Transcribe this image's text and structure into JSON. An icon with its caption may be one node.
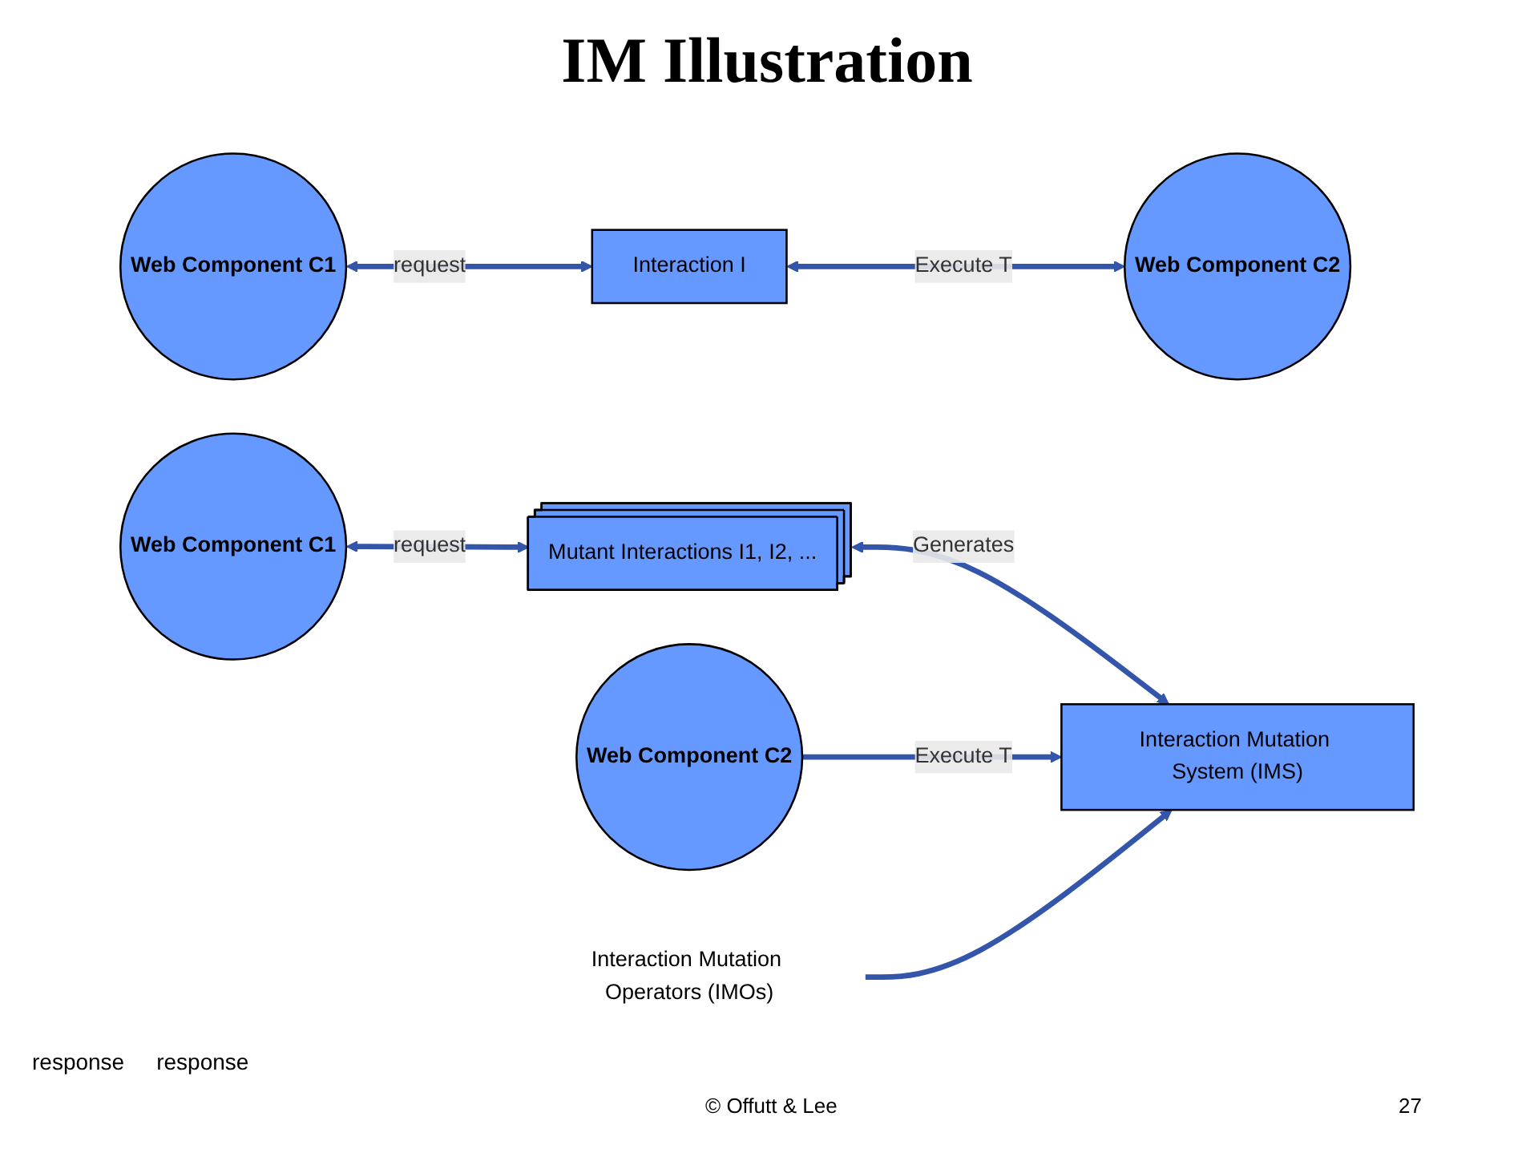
{
  "diagram": {
    "title": "IM Illustration",
    "nodes": [
      {
        "text": [
          "Web Component C1"
        ]
      },
      {
        "text": [
          "Interaction I"
        ]
      },
      {
        "text": [
          "Web Component C2"
        ]
      },
      {
        "text": [
          "Web Component C1"
        ]
      },
      {
        "text": [
          "Mutant Interactions I1, I2, ..."
        ]
      },
      {
        "text": [
          "Interaction Mutation System (IMS)"
        ]
      },
      {
        "text": [
          "Web Component C2"
        ]
      },
      {
        "text": [
          "Interaction Mutation Operators (IMOs)"
        ]
      }
    ],
    "edges": [
      {
        "from": 0,
        "to": 1,
        "arrow": "both",
        "label": "request"
      },
      {
        "from": 1,
        "to": 2,
        "arrow": "both",
        "label": "Execute T"
      },
      {
        "from": 3,
        "to": 4,
        "arrow": "both",
        "label": "request"
      },
      {
        "from": 4,
        "to": 5,
        "arrow": "both",
        "label": "Generates"
      },
      {
        "from": 6,
        "to": 5,
        "arrow": "to",
        "label": "Execute T"
      },
      {
        "from": 7,
        "to": 5,
        "arrow": "to"
      }
    ],
    "labels": [
      "response",
      "response",
      "© Offutt & Lee",
      "27"
    ]
  }
}
